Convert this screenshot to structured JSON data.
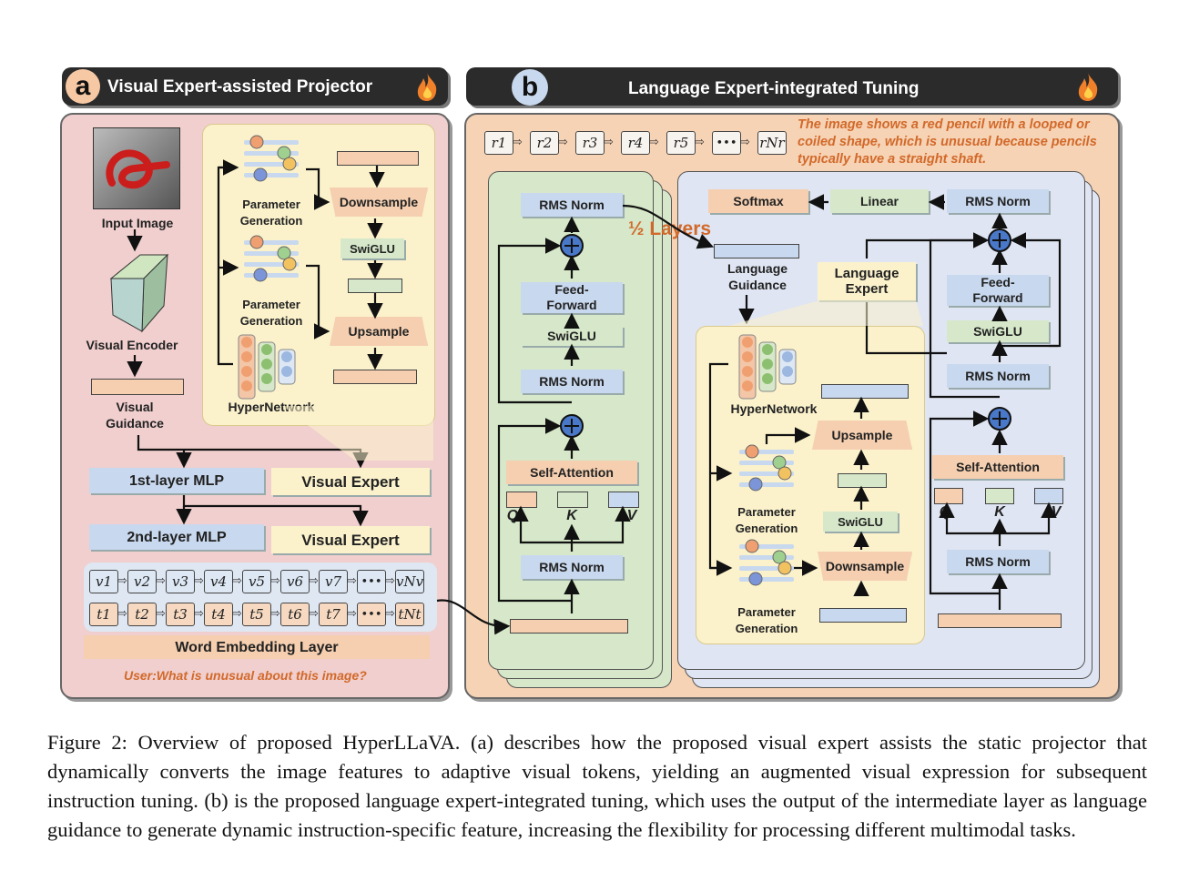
{
  "panel_a": {
    "letter": "a",
    "title": "Visual Expert-assisted Projector",
    "input_image_label": "Input Image",
    "visual_encoder_label": "Visual Encoder",
    "visual_guidance_label": "Visual\nGuidance",
    "param_gen_1": "Parameter\nGeneration",
    "param_gen_2": "Parameter\nGeneration",
    "hypernetwork_label": "HyperNetwork",
    "downsample": "Downsample",
    "swiglu": "SwiGLU",
    "upsample": "Upsample",
    "mlp1": "1st-layer MLP",
    "mlp2": "2nd-layer MLP",
    "visual_expert_1": "Visual Expert",
    "visual_expert_2": "Visual Expert",
    "v_tokens": [
      "v1",
      "v2",
      "v3",
      "v4",
      "v5",
      "v6",
      "v7",
      "•••",
      "vNv"
    ],
    "t_tokens": [
      "t1",
      "t2",
      "t3",
      "t4",
      "t5",
      "t6",
      "t7",
      "•••",
      "tNt"
    ],
    "word_embedding": "Word Embedding Layer",
    "user_prompt": "User:What is unusual about this image?"
  },
  "panel_b": {
    "letter": "b",
    "title": "Language Expert-integrated Tuning",
    "r_tokens": [
      "r1",
      "r2",
      "r3",
      "r4",
      "r5",
      "•••",
      "rNr"
    ],
    "response": "The image shows a red pencil with a looped or coiled shape, which is unusual because pencils typically have a straight shaft.",
    "half_layers": "½ Layers",
    "left_stack": {
      "rms_top": "RMS Norm",
      "ffn": "Feed-\nForward",
      "swiglu": "SwiGLU",
      "rms_mid": "RMS Norm",
      "self_attention": "Self-Attention",
      "q": "Q",
      "k": "K",
      "v": "V",
      "rms_bottom": "RMS Norm"
    },
    "right_stack": {
      "softmax": "Softmax",
      "linear": "Linear",
      "rms_top": "RMS Norm",
      "language_guidance": "Language\nGuidance",
      "language_expert": "Language\nExpert",
      "ffn": "Feed-\nForward",
      "swiglu_block": "SwiGLU",
      "rms_mid": "RMS Norm",
      "self_attention": "Self-Attention",
      "q": "Q",
      "k": "K",
      "v": "V",
      "rms_bottom": "RMS Norm",
      "hypernetwork": "HyperNetwork",
      "upsample": "Upsample",
      "swiglu": "SwiGLU",
      "downsample": "Downsample",
      "param_gen_1": "Parameter\nGeneration",
      "param_gen_2": "Parameter\nGeneration"
    }
  },
  "caption": "Figure 2:  Overview of proposed HyperLLaVA. (a) describes how the proposed visual expert assists the static projector that dynamically converts the image features to adaptive visual tokens, yielding an augmented visual expression for subsequent instruction tuning. (b) is the proposed language expert-integrated tuning, which uses the output of the intermediate layer as language guidance to generate dynamic instruction-specific feature, increasing the flexibility for processing different multimodal tasks."
}
